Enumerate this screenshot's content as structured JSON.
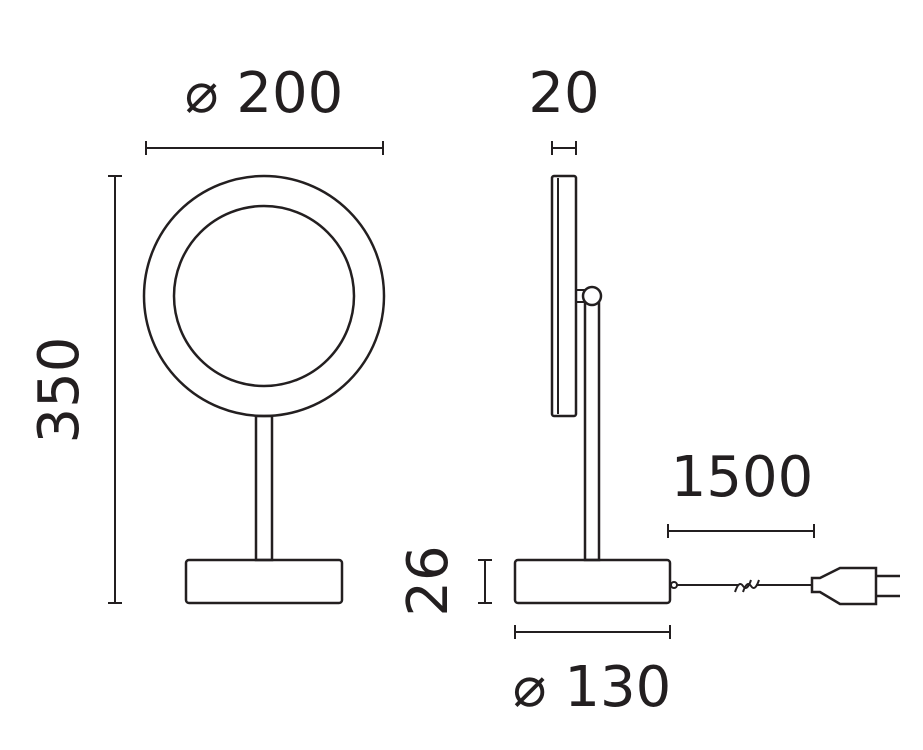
{
  "dimensions": {
    "mirror_diameter": "⌀ 200",
    "mirror_depth": "20",
    "total_height": "350",
    "base_height": "26",
    "cable_length": "1500",
    "base_diameter": "⌀ 130"
  },
  "colors": {
    "line": "#231f20",
    "background": "#ffffff"
  }
}
